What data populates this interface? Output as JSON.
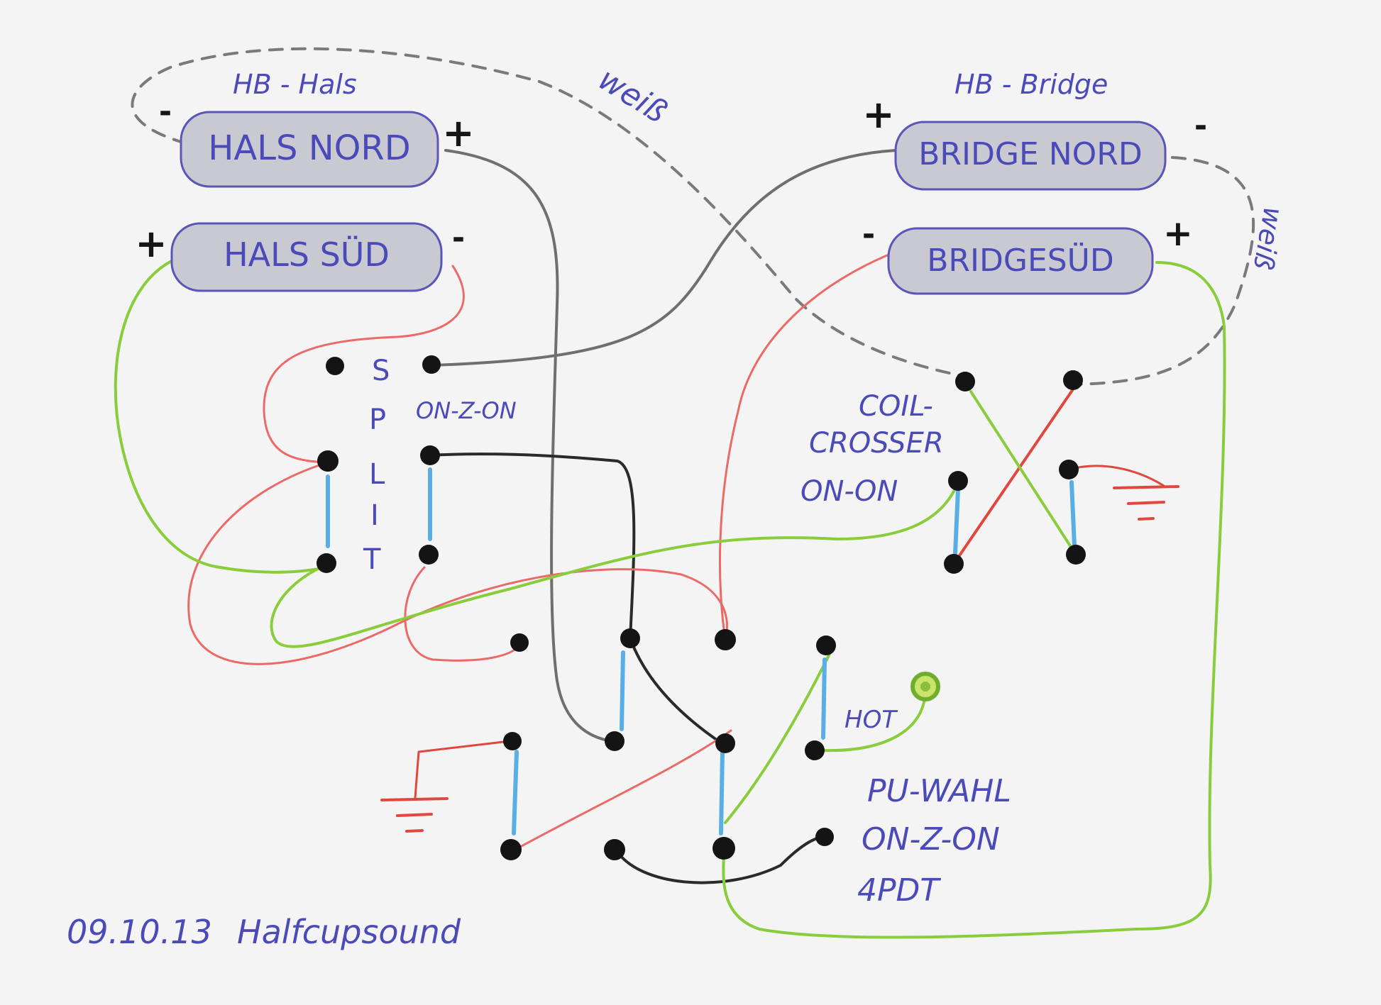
{
  "pickups": {
    "neck_title": "HB - Hals",
    "bridge_title": "HB - Bridge",
    "neck_north": {
      "label": "HALS NORD",
      "left_pole": "-",
      "right_pole": "+"
    },
    "neck_south": {
      "label": "HALS SÜD",
      "left_pole": "+",
      "right_pole": "-"
    },
    "bridge_north": {
      "label": "BRIDGE NORD",
      "left_pole": "+",
      "right_pole": "-"
    },
    "bridge_south": {
      "label": "BRIDGESÜD",
      "left_pole": "-",
      "right_pole": "+"
    },
    "neck_link_label": "weiß",
    "bridge_link_label": "weiß"
  },
  "switches": {
    "split": {
      "letters": [
        "S",
        "P",
        "L",
        "I",
        "T"
      ],
      "type": "ON-Z-ON"
    },
    "coil_crosser": {
      "line1": "COIL-",
      "line2": "CROSSER",
      "line3": "ON-ON"
    },
    "pu_select": {
      "line1": "PU-WAHL",
      "line2": "ON-Z-ON",
      "line3": "4PDT"
    }
  },
  "output": {
    "hot_label": "HOT"
  },
  "footer": {
    "date": "09.10.13",
    "author": "Halfcupsound"
  },
  "colors": {
    "paper": "#f4f4f5",
    "ink": "#4a4ab8",
    "pickup_outline": "#5a55b8",
    "pickup_fill": "#c9c9d2",
    "lug": "#141414",
    "wire_red": "#ec6a66",
    "wire_green": "#8acd3c",
    "wire_black": "#2a2a2a",
    "wire_gray": "#6f6f6f",
    "wire_dashed": "#7a7a7a",
    "jumper_blue": "#5aaee8",
    "ground_red": "#e0483e"
  }
}
